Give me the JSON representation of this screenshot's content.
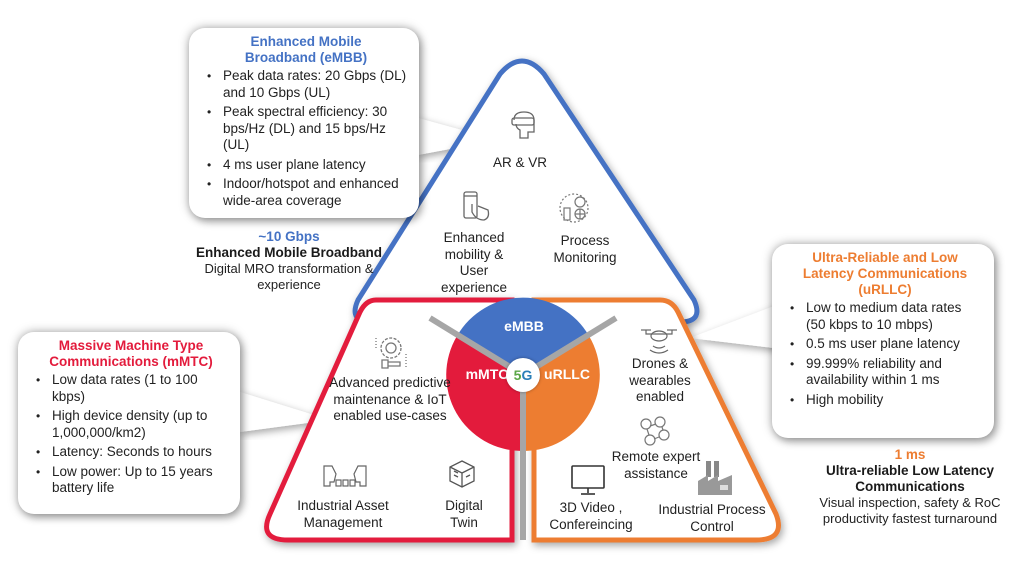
{
  "colors": {
    "embb": "#4472c4",
    "mmtc": "#e31b3c",
    "urllc": "#ed7d31",
    "gray_divider": "#a6a6a6"
  },
  "center": {
    "five": "5",
    "g": "G"
  },
  "segments": {
    "embb": "eMBB",
    "mmtc": "mMTC",
    "urllc": "uRLLC"
  },
  "embb": {
    "callout": {
      "title": "Enhanced Mobile Broadband (eMBB)",
      "bullets": [
        "Peak data rates: 20 Gbps (DL) and 10 Gbps (UL)",
        "Peak spectral efficiency: 30 bps/Hz (DL) and 15 bps/Hz (UL)",
        "4 ms user plane latency",
        "Indoor/hotspot and enhanced wide-area coverage"
      ]
    },
    "summary": {
      "metric": "~10 Gbps",
      "name": "Enhanced Mobile Broadband",
      "desc": "Digital MRO transformation & experience"
    },
    "use_cases": [
      {
        "label": "AR & VR",
        "icon": "vr-headset-icon"
      },
      {
        "label": "Enhanced mobility & User experience",
        "icon": "smartphone-touch-icon"
      },
      {
        "label": "Process Monitoring",
        "icon": "process-monitoring-icon"
      }
    ]
  },
  "mmtc": {
    "callout": {
      "title": "Massive Machine Type Communications (mMTC)",
      "bullets": [
        "Low data rates (1 to 100 kbps)",
        "High device density (up to 1,000,000/km2)",
        "Latency: Seconds to hours",
        "Low power: Up to 15 years battery life"
      ]
    },
    "use_cases": [
      {
        "label": "Advanced predictive maintenance & IoT enabled use-cases",
        "icon": "gear-wrench-icon"
      },
      {
        "label": "Industrial Asset Management",
        "icon": "robot-arms-icon"
      },
      {
        "label": "Digital Twin",
        "icon": "digital-twin-cube-icon"
      }
    ]
  },
  "urllc": {
    "callout": {
      "title": "Ultra-Reliable and Low Latency Communications (uRLLC)",
      "bullets": [
        "Low to medium data rates (50 kbps to 10 mbps)",
        "0.5 ms user plane latency",
        "99.999% reliability and availability within 1 ms",
        "High mobility"
      ]
    },
    "summary": {
      "metric": "1 ms",
      "name": "Ultra-reliable Low Latency Communications",
      "desc": "Visual inspection, safety & RoC productivity fastest turnaround"
    },
    "use_cases": [
      {
        "label": "Drones & wearables enabled",
        "icon": "drone-icon"
      },
      {
        "label": "Remote expert assistance",
        "icon": "network-people-icon"
      },
      {
        "label": "3D Video , Confereincing",
        "icon": "monitor-icon"
      },
      {
        "label": "Industrial Process Control",
        "icon": "factory-icon"
      }
    ]
  }
}
